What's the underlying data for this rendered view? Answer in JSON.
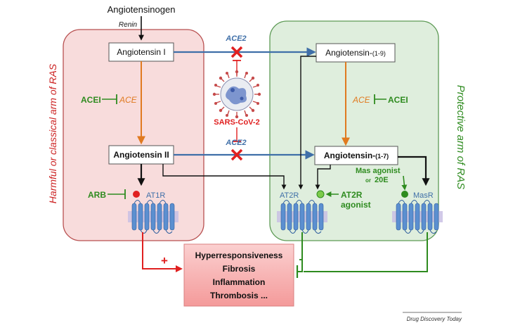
{
  "labels": {
    "angiotensinogen": "Angiotensinogen",
    "renin": "Renin",
    "angiotensin_1": "Angiotensin I",
    "angiotensin_2": "Angiotensin II",
    "angiotensin_1_9_main": "Angiotensin-",
    "angiotensin_1_9_sub": "(1-9)",
    "angiotensin_1_7_main": "Angiotensin-",
    "angiotensin_1_7_sub": "(1-7)",
    "ace2_top": "ACE2",
    "ace2_bottom": "ACE2",
    "sars_cov_2": "SARS-CoV-2",
    "acei_left": "ACEI",
    "ace_left": "ACE",
    "ace_right": "ACE",
    "acei_right": "ACEI",
    "arb": "ARB",
    "at1r": "AT1R",
    "at2r": "AT2R",
    "masr": "MasR",
    "at2r_agonist_1": "AT2R",
    "at2r_agonist_2": "agonist",
    "mas_agonist": "Mas agonist",
    "mas_or": "or",
    "mas_20e": "20E",
    "harmful_arm": "Harmful or classical arm of RAS",
    "protective_arm": "Protective arm of RAS",
    "plus": "+",
    "minus": "-",
    "outcome_1": "Hyperresponsiveness",
    "outcome_2": "Fibrosis",
    "outcome_3": "Inflammation",
    "outcome_4": "Thrombosis ...",
    "journal": "Drug Discovery Today"
  },
  "colors": {
    "harmful_fill": "#f8dcdc",
    "harmful_border": "#b85050",
    "protective_fill": "#dfeedd",
    "protective_border": "#5d9a55",
    "ace2_arrow": "#3f6fa8",
    "ace_arrow": "#e07a20",
    "inhibitor_green": "#2e8b1f",
    "red_arrow": "#e02020",
    "outcome_fill": "#f6a8a8",
    "receptor_blue": "#5b8fd0"
  }
}
